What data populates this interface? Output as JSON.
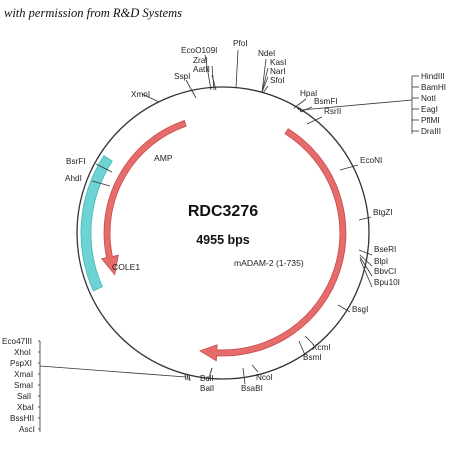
{
  "permission_text": "with permission from R&D Systems",
  "plasmid": {
    "name": "RDC3276",
    "size_label": "4955 bps"
  },
  "colors": {
    "cds": "#e66c6c",
    "cds_stroke": "#c94a4a",
    "ori": "#6fd3d3",
    "ori_stroke": "#3fb6b6",
    "line": "#333333"
  },
  "features": [
    {
      "label": "AMP",
      "type": "cds",
      "direction": "ccw"
    },
    {
      "label": "mADAM-2 (1-735)",
      "type": "cds",
      "direction": "cw"
    },
    {
      "label": "COLE1",
      "type": "origin"
    }
  ],
  "sites": {
    "single": [
      "XmnI",
      "SspI",
      "EcoO109I",
      "ZraI",
      "AatII",
      "PfoI",
      "NdeI",
      "KasI",
      "NarI",
      "SfoI",
      "HpaI",
      "BsmFI",
      "RsrII",
      "EcoNI",
      "BtgZI",
      "BseRI",
      "BlpI",
      "BbvCI",
      "Bpu10I",
      "BsgI",
      "XcmI",
      "BsmI",
      "NcoI",
      "BsaBI",
      "BclI",
      "BalI",
      "AhdI",
      "BsrFI"
    ],
    "mcs_right": [
      "HindIII",
      "BamHI",
      "NotI",
      "EagI",
      "PflMI",
      "DraIII"
    ],
    "mcs_left": [
      "Eco47III",
      "XhoI",
      "PspXI",
      "XmaI",
      "SmaI",
      "SalI",
      "XbaI",
      "BssHII",
      "AscI"
    ]
  }
}
